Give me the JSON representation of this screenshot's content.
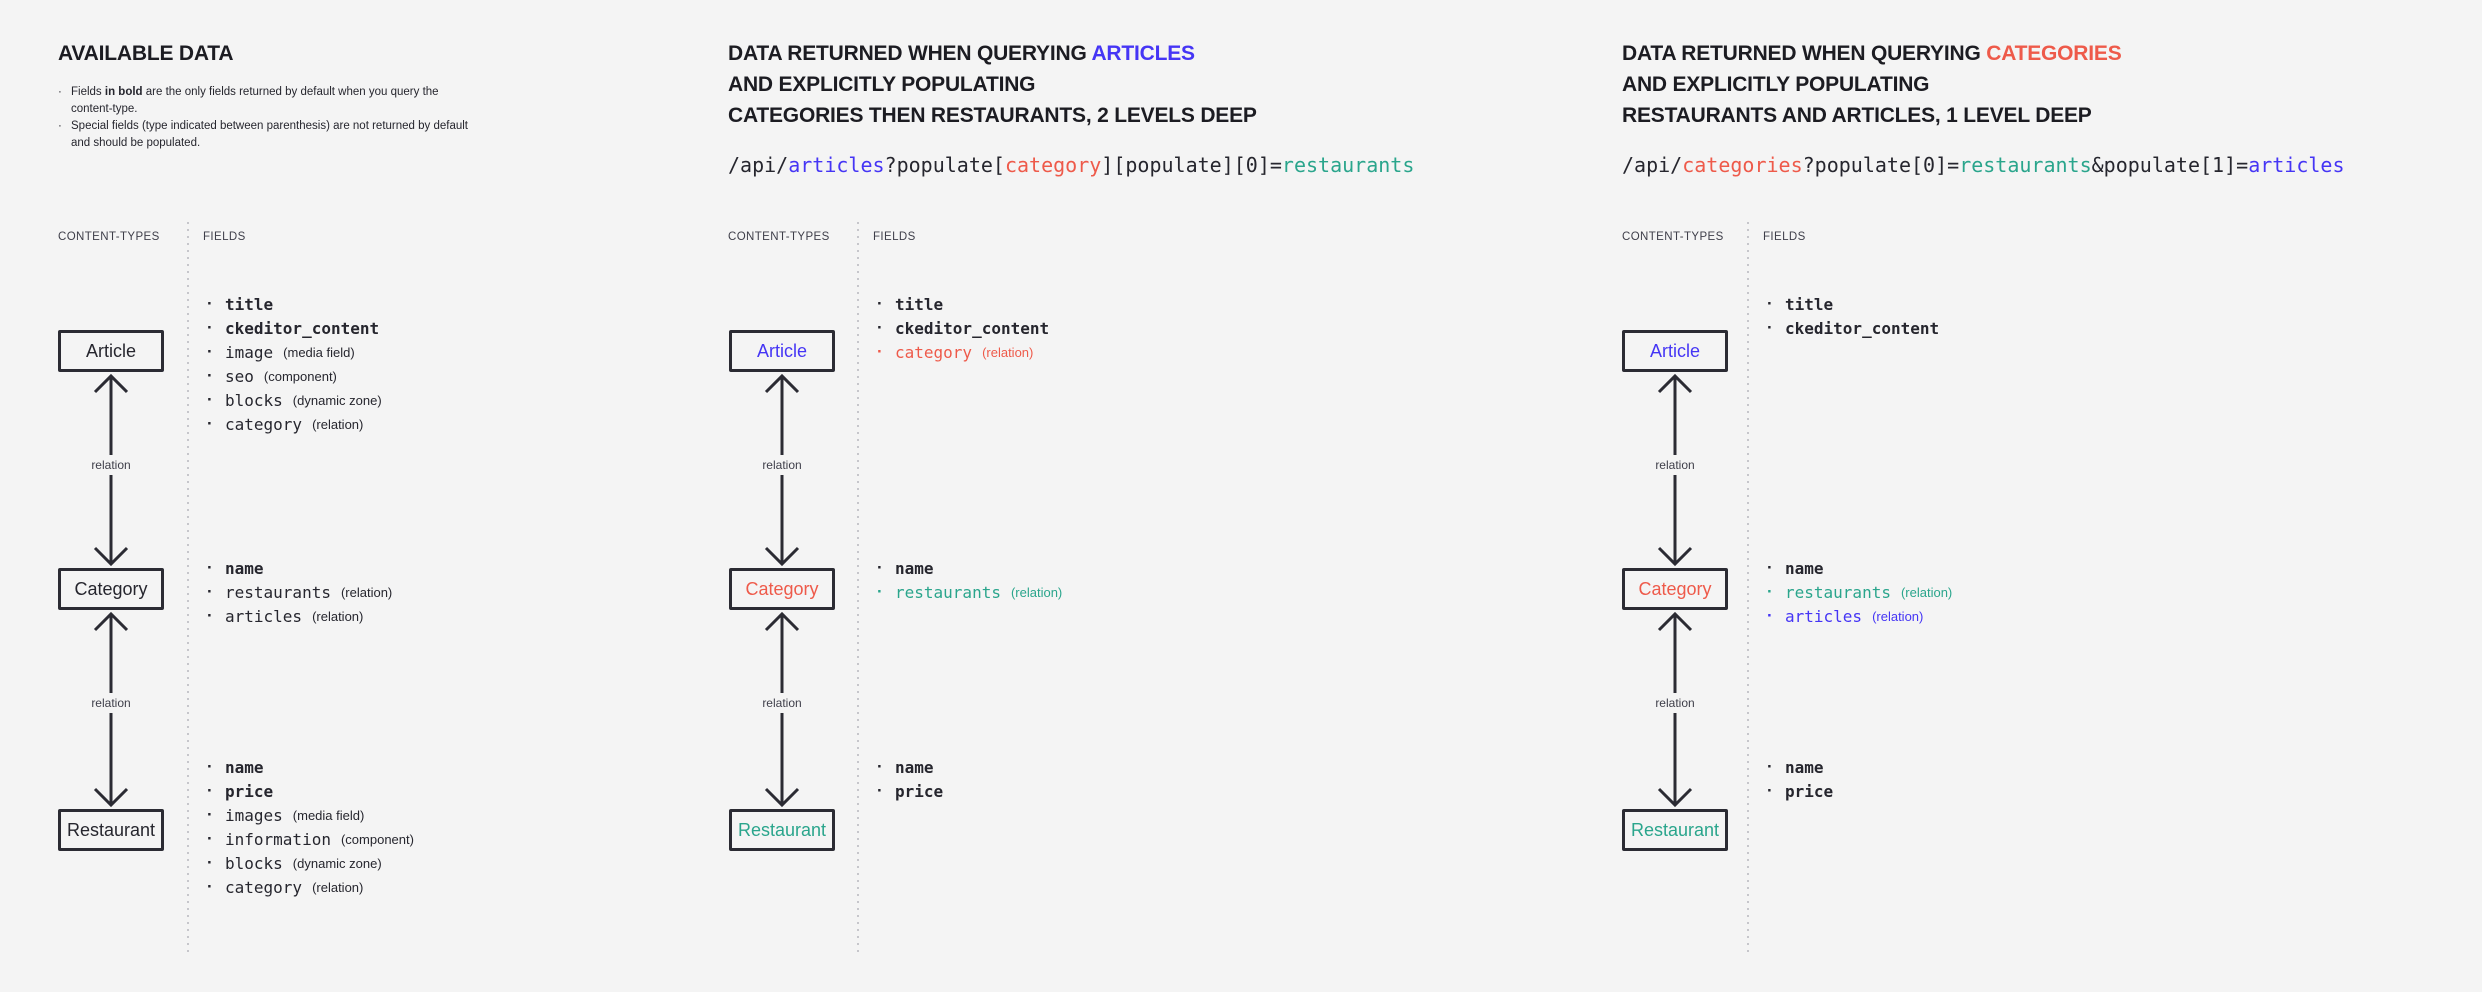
{
  "colors": {
    "background": "#f4f4f4",
    "title": "#1c1c22",
    "dark": "#26262e",
    "muted": "#3e3e49",
    "line": "#2b2b33",
    "divider": "#c6c6cb",
    "blue": "#4535f5",
    "red": "#ee5a4a",
    "teal": "#2aa58c"
  },
  "shared": {
    "content_types_header": "CONTENT-TYPES",
    "fields_header": "FIELDS",
    "relation_label": "relation",
    "bullet": "·"
  },
  "available": {
    "title": "AVAILABLE DATA",
    "notes": [
      {
        "before": "Fields ",
        "bold": "in bold",
        "after": " are the only fields returned by default when you query the content-type."
      },
      {
        "before": "Special fields (type indicated between parenthesis) are not returned by default and should be populated.",
        "bold": "",
        "after": ""
      }
    ],
    "boxes": [
      {
        "label": "Article",
        "color": "dark"
      },
      {
        "label": "Category",
        "color": "dark"
      },
      {
        "label": "Restaurant",
        "color": "dark"
      }
    ],
    "article_fields": [
      {
        "name": "title",
        "annotation": "",
        "color": "dark"
      },
      {
        "name": "ckeditor_content",
        "annotation": "",
        "color": "dark"
      },
      {
        "name": "image",
        "annotation": "(media field)",
        "color": "dark"
      },
      {
        "name": "seo",
        "annotation": "(component)",
        "color": "dark"
      },
      {
        "name": "blocks",
        "annotation": "(dynamic zone)",
        "color": "dark"
      },
      {
        "name": "category",
        "annotation": "(relation)",
        "color": "dark"
      }
    ],
    "category_fields": [
      {
        "name": "name",
        "annotation": "",
        "color": "dark"
      },
      {
        "name": "restaurants",
        "annotation": "(relation)",
        "color": "dark"
      },
      {
        "name": "articles",
        "annotation": "(relation)",
        "color": "dark"
      }
    ],
    "restaurant_fields": [
      {
        "name": "name",
        "annotation": "",
        "color": "dark"
      },
      {
        "name": "price",
        "annotation": "",
        "color": "dark"
      },
      {
        "name": "images",
        "annotation": "(media field)",
        "color": "dark"
      },
      {
        "name": "information",
        "annotation": "(component)",
        "color": "dark"
      },
      {
        "name": "blocks",
        "annotation": "(dynamic zone)",
        "color": "dark"
      },
      {
        "name": "category",
        "annotation": "(relation)",
        "color": "dark"
      }
    ]
  },
  "query_articles": {
    "title": {
      "line1_prefix": "DATA RETURNED WHEN QUERYING ",
      "line1_highlight": "ARTICLES",
      "highlight_color": "blue",
      "line2": "AND EXPLICITLY POPULATING",
      "line3": "CATEGORIES THEN RESTAURANTS, 2 LEVELS DEEP"
    },
    "api": [
      {
        "text": "/api/",
        "color": "dark"
      },
      {
        "text": "articles",
        "color": "blue"
      },
      {
        "text": "?populate[",
        "color": "dark"
      },
      {
        "text": "category",
        "color": "red"
      },
      {
        "text": "][populate][0]=",
        "color": "dark"
      },
      {
        "text": "restaurants",
        "color": "teal"
      }
    ],
    "boxes": [
      {
        "label": "Article",
        "color": "blue"
      },
      {
        "label": "Category",
        "color": "red"
      },
      {
        "label": "Restaurant",
        "color": "teal"
      }
    ],
    "article_fields": [
      {
        "name": "title",
        "annotation": "",
        "color": "dark"
      },
      {
        "name": "ckeditor_content",
        "annotation": "",
        "color": "dark"
      },
      {
        "name": "category",
        "annotation": "(relation)",
        "color": "red"
      }
    ],
    "category_fields": [
      {
        "name": "name",
        "annotation": "",
        "color": "dark"
      },
      {
        "name": "restaurants",
        "annotation": "(relation)",
        "color": "teal"
      }
    ],
    "restaurant_fields": [
      {
        "name": "name",
        "annotation": "",
        "color": "dark"
      },
      {
        "name": "price",
        "annotation": "",
        "color": "dark"
      }
    ]
  },
  "query_categories": {
    "title": {
      "line1_prefix": "DATA RETURNED WHEN QUERYING ",
      "line1_highlight": "CATEGORIES",
      "highlight_color": "red",
      "line2": "AND EXPLICITLY POPULATING",
      "line3": "RESTAURANTS AND ARTICLES, 1 LEVEL DEEP"
    },
    "api": [
      {
        "text": "/api/",
        "color": "dark"
      },
      {
        "text": "categories",
        "color": "red"
      },
      {
        "text": "?populate[0]=",
        "color": "dark"
      },
      {
        "text": "restaurants",
        "color": "teal"
      },
      {
        "text": "&populate[1]=",
        "color": "dark"
      },
      {
        "text": "articles",
        "color": "blue"
      }
    ],
    "boxes": [
      {
        "label": "Article",
        "color": "blue"
      },
      {
        "label": "Category",
        "color": "red"
      },
      {
        "label": "Restaurant",
        "color": "teal"
      }
    ],
    "article_fields": [
      {
        "name": "title",
        "annotation": "",
        "color": "dark"
      },
      {
        "name": "ckeditor_content",
        "annotation": "",
        "color": "dark"
      }
    ],
    "category_fields": [
      {
        "name": "name",
        "annotation": "",
        "color": "dark"
      },
      {
        "name": "restaurants",
        "annotation": "(relation)",
        "color": "teal"
      },
      {
        "name": "articles",
        "annotation": "(relation)",
        "color": "blue"
      }
    ],
    "restaurant_fields": [
      {
        "name": "name",
        "annotation": "",
        "color": "dark"
      },
      {
        "name": "price",
        "annotation": "",
        "color": "dark"
      }
    ]
  }
}
